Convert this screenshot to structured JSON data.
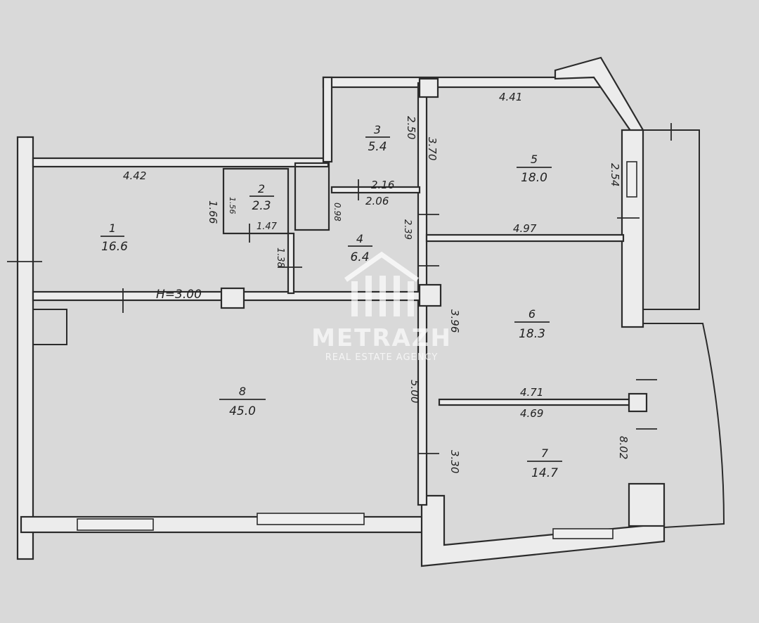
{
  "watermark": {
    "title": "METRAZH",
    "subtitle": "REAL ESTATE AGENCY"
  },
  "rooms": [
    {
      "number": "1",
      "area": "16.6"
    },
    {
      "number": "2",
      "area": "2.3"
    },
    {
      "number": "3",
      "area": "5.4"
    },
    {
      "number": "4",
      "area": "6.4"
    },
    {
      "number": "5",
      "area": "18.0"
    },
    {
      "number": "6",
      "area": "18.3"
    },
    {
      "number": "7",
      "area": "14.7"
    },
    {
      "number": "8",
      "area": "45.0"
    }
  ],
  "dimensions": {
    "d_442": "4.42",
    "d_441": "4.41",
    "d_166": "1.66",
    "d_156": "1.56",
    "d_147": "1.47",
    "d_250": "2.50",
    "d_370": "3.70",
    "d_216": "2.16",
    "d_206": "2.06",
    "d_098": "0.98",
    "d_239": "2.39",
    "d_497": "4.97",
    "d_254": "2.54",
    "d_138": "1.38",
    "d_h300": "H=3.00",
    "d_396": "3.96",
    "d_500": "5.00",
    "d_471": "4.71",
    "d_469": "4.69",
    "d_330": "3.30",
    "d_802": "8.02"
  }
}
